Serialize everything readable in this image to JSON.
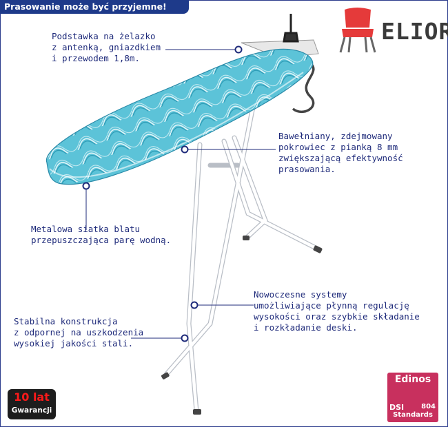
{
  "banner": {
    "text": "Prasowanie może być przyjemne!"
  },
  "brand": {
    "name": "ELIOR"
  },
  "callouts": [
    "Podstawka na żelazko\nz antenką, gniazdkiem\ni przewodem 1,8m.",
    "Bawełniany, zdejmowany\npokrowiec z pianką 8 mm\nzwiększającą efektywność\nprasowania.",
    "Metalowa siatka blatu\nprzepuszczająca parę wodną.",
    "Nowoczesne systemy\numożliwiające płynną regulację\nwysokości oraz szybkie składanie\ni rozkładanie deski.",
    "Stabilna konstrukcja\nz odpornej na uszkodzenia\nwysokiej jakości stali."
  ],
  "warranty": {
    "years": "10 lat",
    "label": "Gwarancji"
  },
  "certificate": {
    "name": "Edinos",
    "standard_prefix": "DSI",
    "standard_number": "804",
    "standard_label": "Standards"
  },
  "colors": {
    "banner": "#1e3a8a",
    "callout_text": "#1e2a7a",
    "board_cover": "#5cc3d8",
    "chair_red": "#e53a3a",
    "badge": "#c8305e",
    "warranty_red": "#ff1a1a"
  }
}
